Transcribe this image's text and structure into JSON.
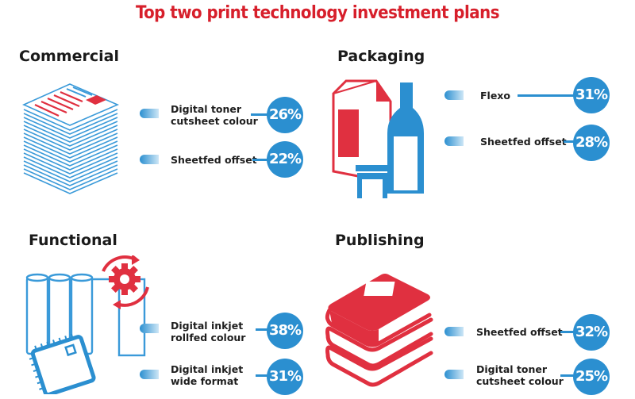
{
  "title": "Top two print technology investment plans",
  "colors": {
    "accent_red": "#d71f2b",
    "accent_blue": "#2b8fd0",
    "text": "#1e1e1e"
  },
  "sections": [
    {
      "name": "Commercial",
      "icon": "paper-stack-icon",
      "items": [
        {
          "label": "Digital toner\ncutsheet colour",
          "value": "26%"
        },
        {
          "label": "Sheetfed offset",
          "value": "22%"
        }
      ]
    },
    {
      "name": "Packaging",
      "icon": "packaging-containers-icon",
      "items": [
        {
          "label": "Flexo",
          "value": "31%"
        },
        {
          "label": "Sheetfed offset",
          "value": "28%"
        }
      ]
    },
    {
      "name": "Functional",
      "icon": "rolls-gear-chip-icon",
      "items": [
        {
          "label": "Digital inkjet\nrollfed colour",
          "value": "38%"
        },
        {
          "label": "Digital inkjet\nwide format",
          "value": "31%"
        }
      ]
    },
    {
      "name": "Publishing",
      "icon": "book-stack-icon",
      "items": [
        {
          "label": "Sheetfed offset",
          "value": "32%"
        },
        {
          "label": "Digital toner\ncutsheet colour",
          "value": "25%"
        }
      ]
    }
  ],
  "chart_data": {
    "type": "table",
    "title": "Top two print technology investment plans",
    "categories": [
      "Commercial",
      "Packaging",
      "Functional",
      "Publishing"
    ],
    "series": [
      {
        "name": "Commercial",
        "labels": [
          "Digital toner cutsheet colour",
          "Sheetfed offset"
        ],
        "values": [
          26,
          22
        ]
      },
      {
        "name": "Packaging",
        "labels": [
          "Flexo",
          "Sheetfed offset"
        ],
        "values": [
          31,
          28
        ]
      },
      {
        "name": "Functional",
        "labels": [
          "Digital inkjet rollfed colour",
          "Digital inkjet wide format"
        ],
        "values": [
          38,
          31
        ]
      },
      {
        "name": "Publishing",
        "labels": [
          "Sheetfed offset",
          "Digital toner cutsheet colour"
        ],
        "values": [
          32,
          25
        ]
      }
    ],
    "unit": "%"
  }
}
